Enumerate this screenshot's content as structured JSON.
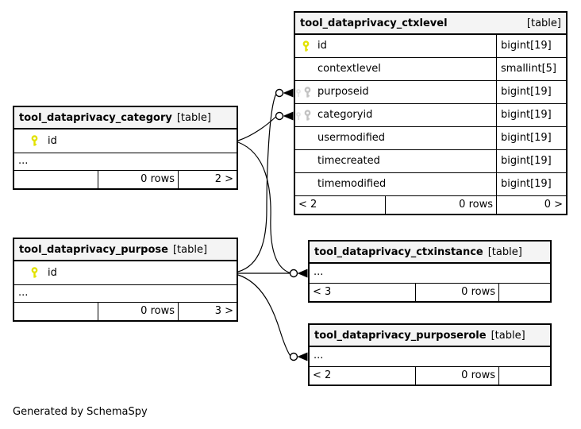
{
  "page": {
    "generated_by": "Generated by SchemaSpy"
  },
  "colors": {
    "primary_key": "#e2e200",
    "foreign_key": "#c3c3c3",
    "foreign_key_faint": "#dcdcdc",
    "header_bg": "#f4f4f4",
    "border": "#000000"
  },
  "tables": {
    "ctxlevel": {
      "name": "tool_dataprivacy_ctxlevel",
      "badge": "[table]",
      "columns": [
        {
          "name": "id",
          "type": "bigint[19]",
          "key": "primary"
        },
        {
          "name": "contextlevel",
          "type": "smallint[5]",
          "key": "none"
        },
        {
          "name": "purposeid",
          "type": "bigint[19]",
          "key": "foreign"
        },
        {
          "name": "categoryid",
          "type": "bigint[19]",
          "key": "foreign"
        },
        {
          "name": "usermodified",
          "type": "bigint[19]",
          "key": "none"
        },
        {
          "name": "timecreated",
          "type": "bigint[19]",
          "key": "none"
        },
        {
          "name": "timemodified",
          "type": "bigint[19]",
          "key": "none"
        }
      ],
      "footer": {
        "parents": "< 2",
        "rows": "0 rows",
        "children": "0 >"
      }
    },
    "category": {
      "name": "tool_dataprivacy_category",
      "badge": "[table]",
      "columns": [
        {
          "name": "id",
          "key": "primary"
        }
      ],
      "ellipsis": "...",
      "footer": {
        "parents": "",
        "rows": "0 rows",
        "children": "2 >"
      }
    },
    "purpose": {
      "name": "tool_dataprivacy_purpose",
      "badge": "[table]",
      "columns": [
        {
          "name": "id",
          "key": "primary"
        }
      ],
      "ellipsis": "...",
      "footer": {
        "parents": "",
        "rows": "0 rows",
        "children": "3 >"
      }
    },
    "ctxinstance": {
      "name": "tool_dataprivacy_ctxinstance",
      "badge": "[table]",
      "ellipsis": "...",
      "footer": {
        "parents": "< 3",
        "rows": "0 rows",
        "children": ""
      }
    },
    "purposerole": {
      "name": "tool_dataprivacy_purposerole",
      "badge": "[table]",
      "ellipsis": "...",
      "footer": {
        "parents": "< 2",
        "rows": "0 rows",
        "children": ""
      }
    }
  },
  "relationships": [
    {
      "from": "tool_dataprivacy_category.id",
      "to": "tool_dataprivacy_ctxlevel.categoryid"
    },
    {
      "from": "tool_dataprivacy_category.id",
      "to": "tool_dataprivacy_ctxinstance"
    },
    {
      "from": "tool_dataprivacy_purpose.id",
      "to": "tool_dataprivacy_ctxlevel.purposeid"
    },
    {
      "from": "tool_dataprivacy_purpose.id",
      "to": "tool_dataprivacy_ctxinstance"
    },
    {
      "from": "tool_dataprivacy_purpose.id",
      "to": "tool_dataprivacy_purposerole"
    }
  ]
}
